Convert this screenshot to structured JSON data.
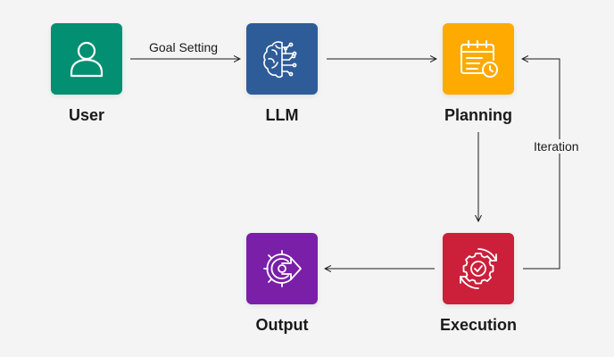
{
  "nodes": {
    "user": {
      "label": "User",
      "color": "#028f72",
      "icon": "user-icon"
    },
    "llm": {
      "label": "LLM",
      "color": "#2e5c99",
      "icon": "brain-circuit-icon"
    },
    "planning": {
      "label": "Planning",
      "color": "#ffaa00",
      "icon": "calendar-clock-icon"
    },
    "execution": {
      "label": "Execution",
      "color": "#cc1f3a",
      "icon": "gear-check-icon"
    },
    "output": {
      "label": "Output",
      "color": "#7a1fa8",
      "icon": "gear-arrow-out-icon"
    }
  },
  "edges": {
    "goal_setting": "Goal Setting",
    "iteration": "Iteration"
  },
  "colors": {
    "background": "#f4f4f4",
    "line": "#1a1a1a"
  }
}
